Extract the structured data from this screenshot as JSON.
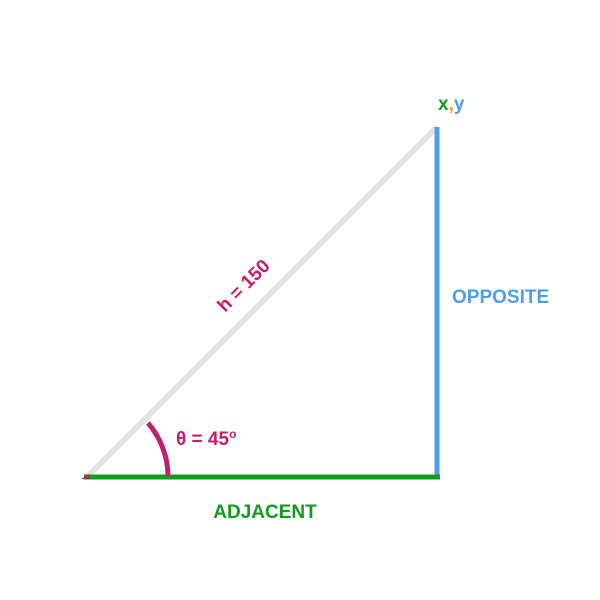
{
  "diagram": {
    "point_x": "x",
    "point_comma": ",",
    "point_y": "y",
    "hypotenuse_label": "h = 150",
    "angle_label": "θ = 45",
    "angle_degree_mark": "o",
    "opposite_label": "OPPOSITE",
    "adjacent_label": "ADJACENT",
    "hypotenuse_value": 150,
    "angle_degrees": 45,
    "colors": {
      "adjacent": "#129c1f",
      "opposite": "#4a9ef0",
      "hypotenuse": "#e3e3e3",
      "angle": "#c41d70",
      "point_x": "#129c1f",
      "point_comma": "#f0a21e",
      "point_y": "#4a9ef0"
    }
  }
}
